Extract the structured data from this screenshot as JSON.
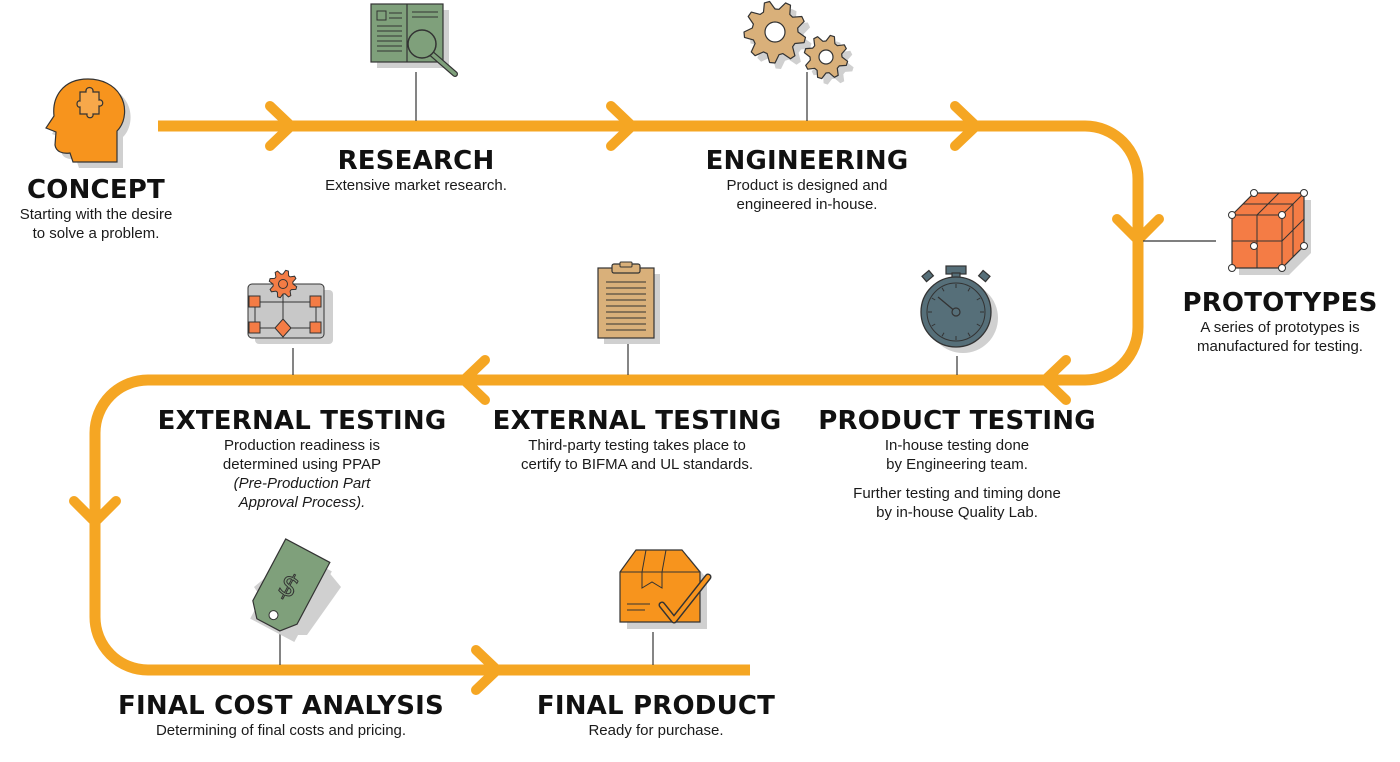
{
  "colors": {
    "path": "#F5A623",
    "orange": "#F7941D",
    "orange_light": "#F7A84A",
    "proto": "#F47C45",
    "green": "#7FA07B",
    "tan": "#D9B07A",
    "teal": "#566F79",
    "grey": "#BDBDBD",
    "shadow": "#D0D0D0",
    "outline": "#333333"
  },
  "steps": {
    "concept": {
      "icon": "head-puzzle-icon",
      "title": "CONCEPT",
      "lines": [
        "Starting with the desire",
        "to solve a problem."
      ]
    },
    "research": {
      "icon": "book-magnifier-icon",
      "title": "RESEARCH",
      "lines": [
        "Extensive market research."
      ]
    },
    "engineering": {
      "icon": "gears-icon",
      "title": "ENGINEERING",
      "lines": [
        "Product is designed and",
        "engineered in-house."
      ]
    },
    "prototypes": {
      "icon": "cube-icon",
      "title": "PROTOTYPES",
      "lines": [
        "A series of prototypes is",
        "manufactured for testing."
      ]
    },
    "product_testing": {
      "icon": "stopwatch-icon",
      "title": "PRODUCT TESTING",
      "lines": [
        "In-house testing done",
        "by Engineering team."
      ],
      "extra_lines": [
        "Further testing and timing done",
        "by in-house Quality Lab."
      ]
    },
    "external_testing_1": {
      "icon": "clipboard-icon",
      "title": "EXTERNAL TESTING",
      "lines": [
        "Third-party testing takes place to",
        "certify to BIFMA and UL standards."
      ]
    },
    "external_testing_2": {
      "icon": "process-flow-icon",
      "title": "EXTERNAL TESTING",
      "lines": [
        "Production readiness is",
        "determined using PPAP"
      ],
      "italic_lines": [
        "(Pre-Production Part",
        "Approval Process)."
      ]
    },
    "final_cost": {
      "icon": "price-tag-icon",
      "title": "FINAL COST ANALYSIS",
      "lines": [
        "Determining of final costs and pricing."
      ]
    },
    "final_product": {
      "icon": "box-check-icon",
      "title": "FINAL PRODUCT",
      "lines": [
        "Ready for purchase."
      ]
    }
  }
}
